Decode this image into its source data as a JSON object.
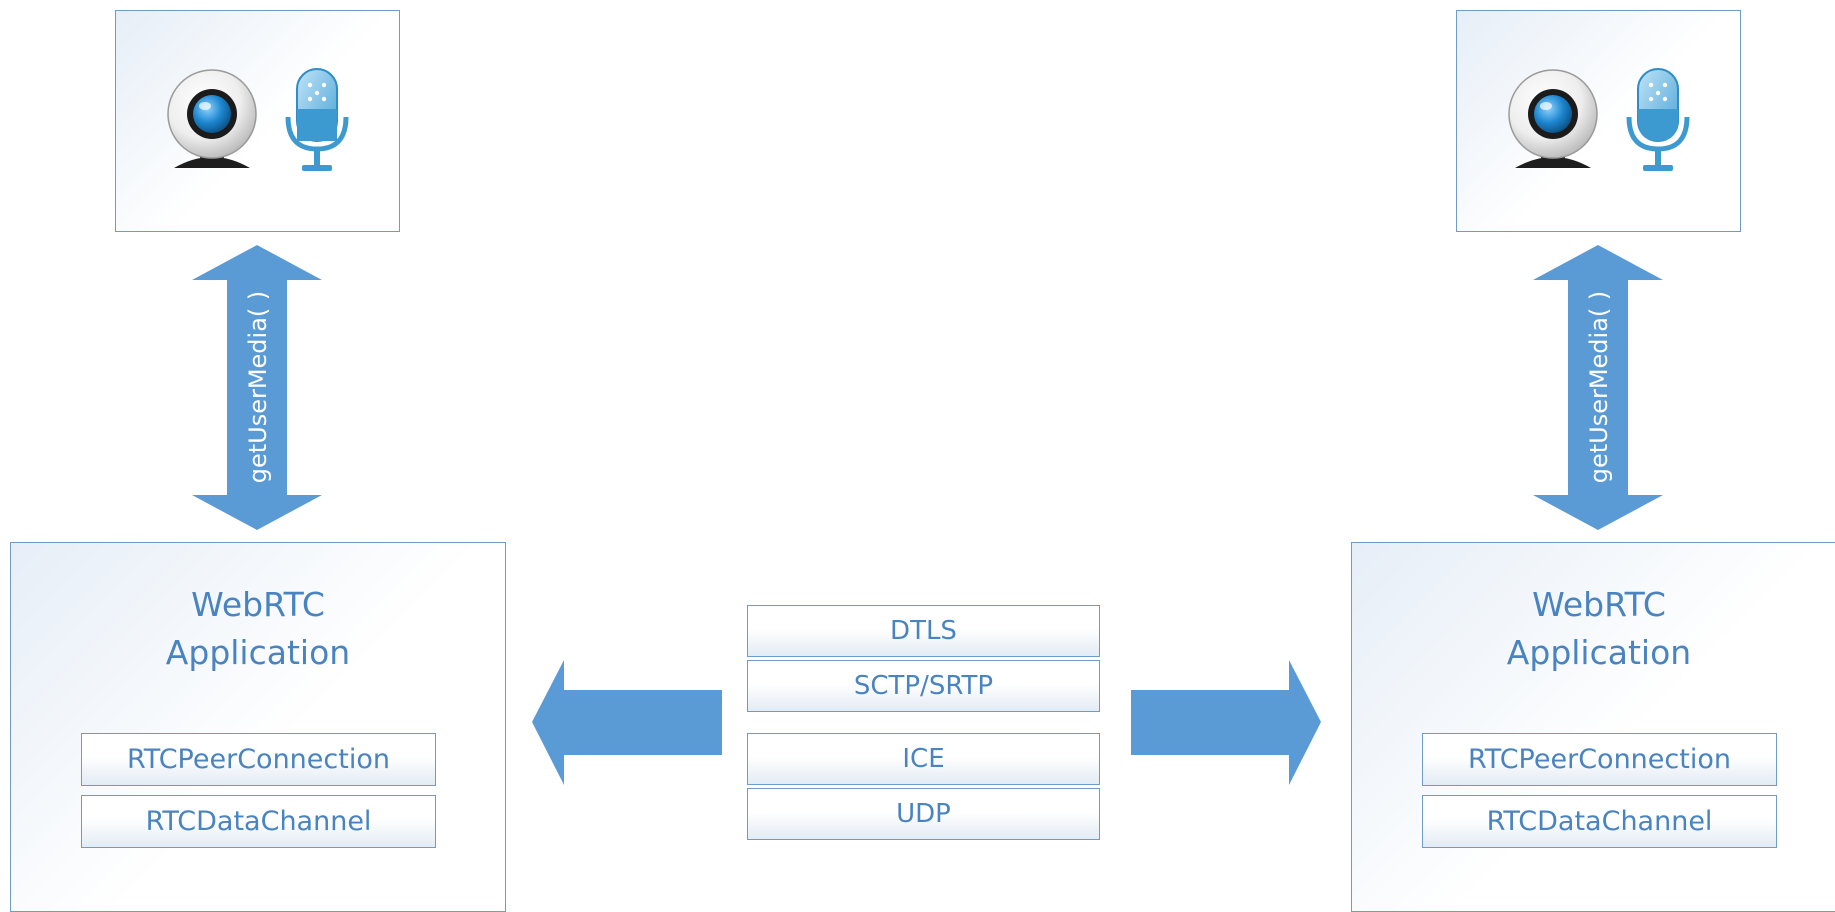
{
  "left_app": {
    "title_line1": "WebRTC",
    "title_line2": "Application",
    "api_items": [
      "RTCPeerConnection",
      "RTCDataChannel"
    ]
  },
  "right_app": {
    "title_line1": "WebRTC",
    "title_line2": "Application",
    "api_items": [
      "RTCPeerConnection",
      "RTCDataChannel"
    ]
  },
  "left_arrow": {
    "label": "getUserMedia( )"
  },
  "right_arrow": {
    "label": "getUserMedia( )"
  },
  "protocol_stack": {
    "upper": [
      "DTLS",
      "SCTP/SRTP"
    ],
    "lower": [
      "ICE",
      "UDP"
    ]
  },
  "icons": {
    "left_device": [
      "webcam-icon",
      "microphone-icon"
    ],
    "right_device": [
      "webcam-icon",
      "microphone-icon"
    ]
  },
  "colors": {
    "accent": "#5b9bd5",
    "text": "#4a84c0",
    "border": "#6f9bc6"
  }
}
